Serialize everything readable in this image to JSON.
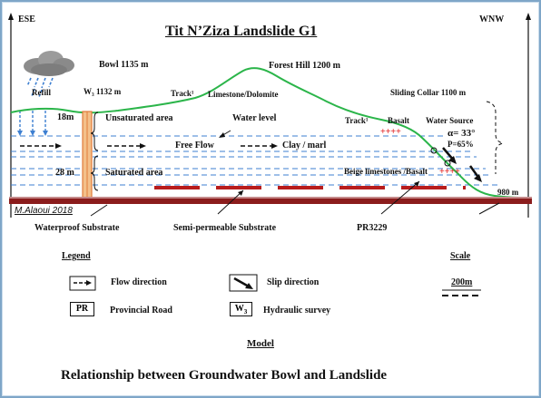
{
  "header": {
    "left_direction": "ESE",
    "right_direction": "WNW",
    "title": "Tit N’Ziza Landslide G1"
  },
  "labels": {
    "bowl": "Bowl 1135 m",
    "forest_hill": "Forest Hill 1200 m",
    "refill": "Refill",
    "well": "W₃ 1132 m",
    "track_left": "Track¹",
    "limestone": "Limestone/Dolomite",
    "sliding_collar": "Sliding Collar 1100 m",
    "track_right": "Track¹",
    "basalt": "Basalt",
    "water_source": "Water Source",
    "alpha": "α= 33°",
    "pressure": "P=65%",
    "depth_18": "18m",
    "unsaturated": "Unsaturated area",
    "water_level": "Water level",
    "free_flow": "Free Flow",
    "clay_marl": "Clay / marl",
    "depth_28": "28 m",
    "saturated": "Saturated area",
    "beige": "Beige limestones /Basalt",
    "plus_upper": "++++",
    "plus_lower": "++++",
    "elev_980": "980 m",
    "author": "M.Alaoui 2018",
    "waterproof": "Waterproof Substrate",
    "semi_permeable": "Semi-permeable Substrate",
    "pr_road": "PR3229"
  },
  "legend": {
    "heading": "Legend",
    "flow_direction": "Flow direction",
    "slip_direction": "Slip direction",
    "pr_symbol": "PR",
    "provincial_road": "Provincial Road",
    "w_symbol": "W",
    "w_sub": "3",
    "hydraulic_survey": "Hydraulic survey",
    "scale_heading": "Scale",
    "scale_value": "200m"
  },
  "model_label": "Model",
  "footer": "Relationship between Groundwater Bowl and Landslide",
  "colors": {
    "terrain": "#2bb54a",
    "water_dashes": "#3d7fd1",
    "bedrock": "#8b1c1c",
    "well_fill": "#f3c08a",
    "well_stroke": "#e07b39",
    "basalt_plus": "#e02020",
    "frame": "#7ea6c8"
  },
  "icons": [
    "cloud-rain-icon",
    "arrow-up-icon",
    "flow-arrow-icon",
    "slip-arrow-icon"
  ]
}
